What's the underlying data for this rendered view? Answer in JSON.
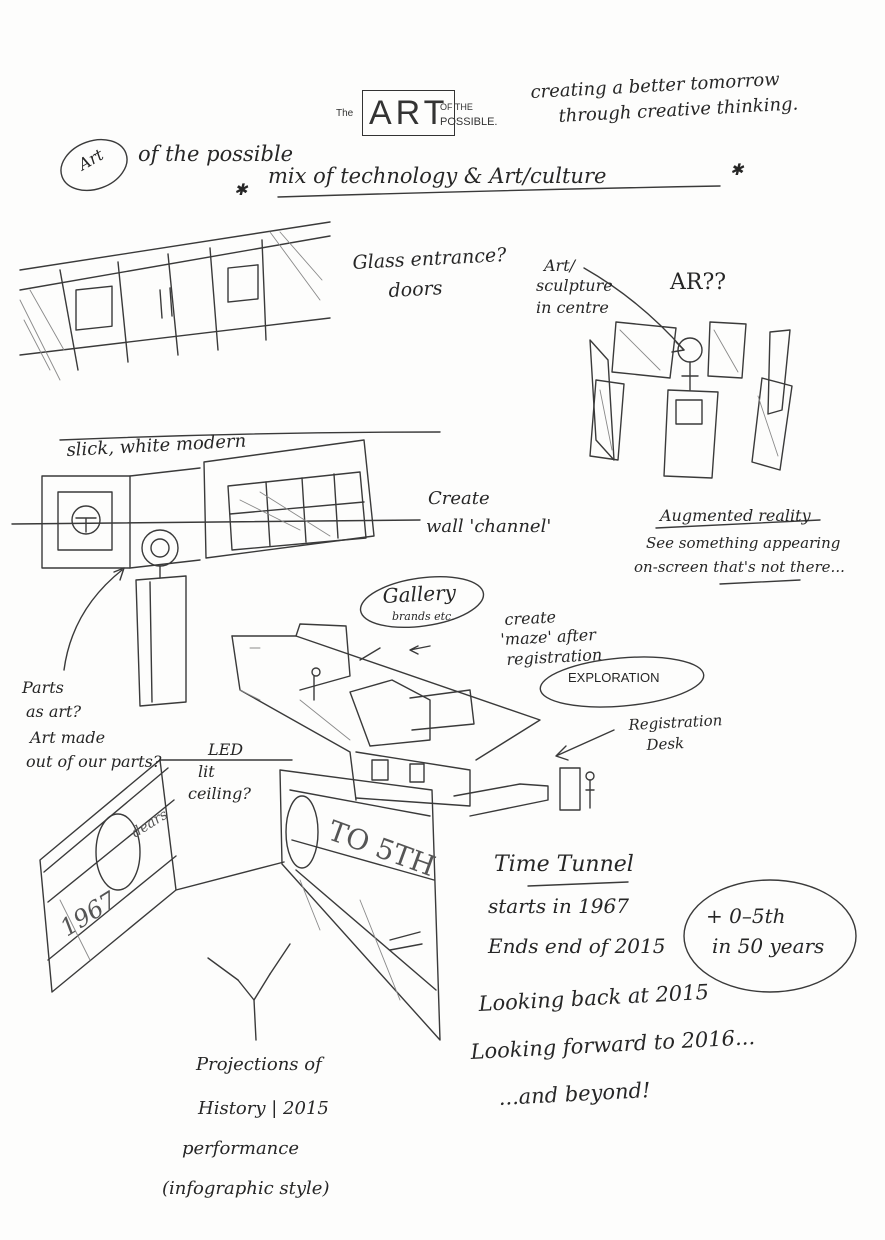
{
  "logo": {
    "the": "The",
    "art": "ART",
    "of_the": "OF THE",
    "possible": "POSSIBLE."
  },
  "notes": {
    "tagline_line1": "creating a better tomorrow",
    "tagline_line2": "through creative thinking.",
    "art_circle": "Art",
    "art_of_possible_rest": "of the possible",
    "mix_line": "mix of technology & Art/culture",
    "glass_entrance_1": "Glass entrance?",
    "glass_entrance_2": "doors",
    "art_sculpture_1": "Art/",
    "art_sculpture_2": "sculpture",
    "art_sculpture_3": "in centre",
    "ar": "AR??",
    "slick": "slick, white modern",
    "create_wall_1": "Create",
    "create_wall_2": "wall 'channel'",
    "augmented": "Augmented reality",
    "see_something_1": "See something appearing",
    "see_something_2": "on-screen that's not there...",
    "gallery": "Gallery",
    "gallery_sub": "brands etc.",
    "maze_1": "create",
    "maze_2": "'maze' after",
    "maze_3": "registration",
    "exploration": "EXPLORATION",
    "registration_1": "Registration",
    "registration_2": "Desk",
    "parts_1": "Parts",
    "parts_2": "as art?",
    "parts_3": "Art made",
    "parts_4": "out of our parts?",
    "led_1": "LED",
    "led_2": "lit",
    "led_3": "ceiling?",
    "time_tunnel": "Time Tunnel",
    "starts": "starts in 1967",
    "ends": "Ends end of 2015",
    "plus_1": "+ 0–5th",
    "plus_2": "in 50 years",
    "looking_back": "Looking back at 2015",
    "looking_forward": "Looking forward to 2016...",
    "and_beyond": "...and beyond!",
    "projections_1": "Projections of",
    "projections_2": "History | 2015",
    "projections_3": "performance",
    "projections_4": "(infographic style)",
    "wall_left": "1967",
    "wall_left_b": "dears",
    "wall_right": "TO 5TH"
  }
}
